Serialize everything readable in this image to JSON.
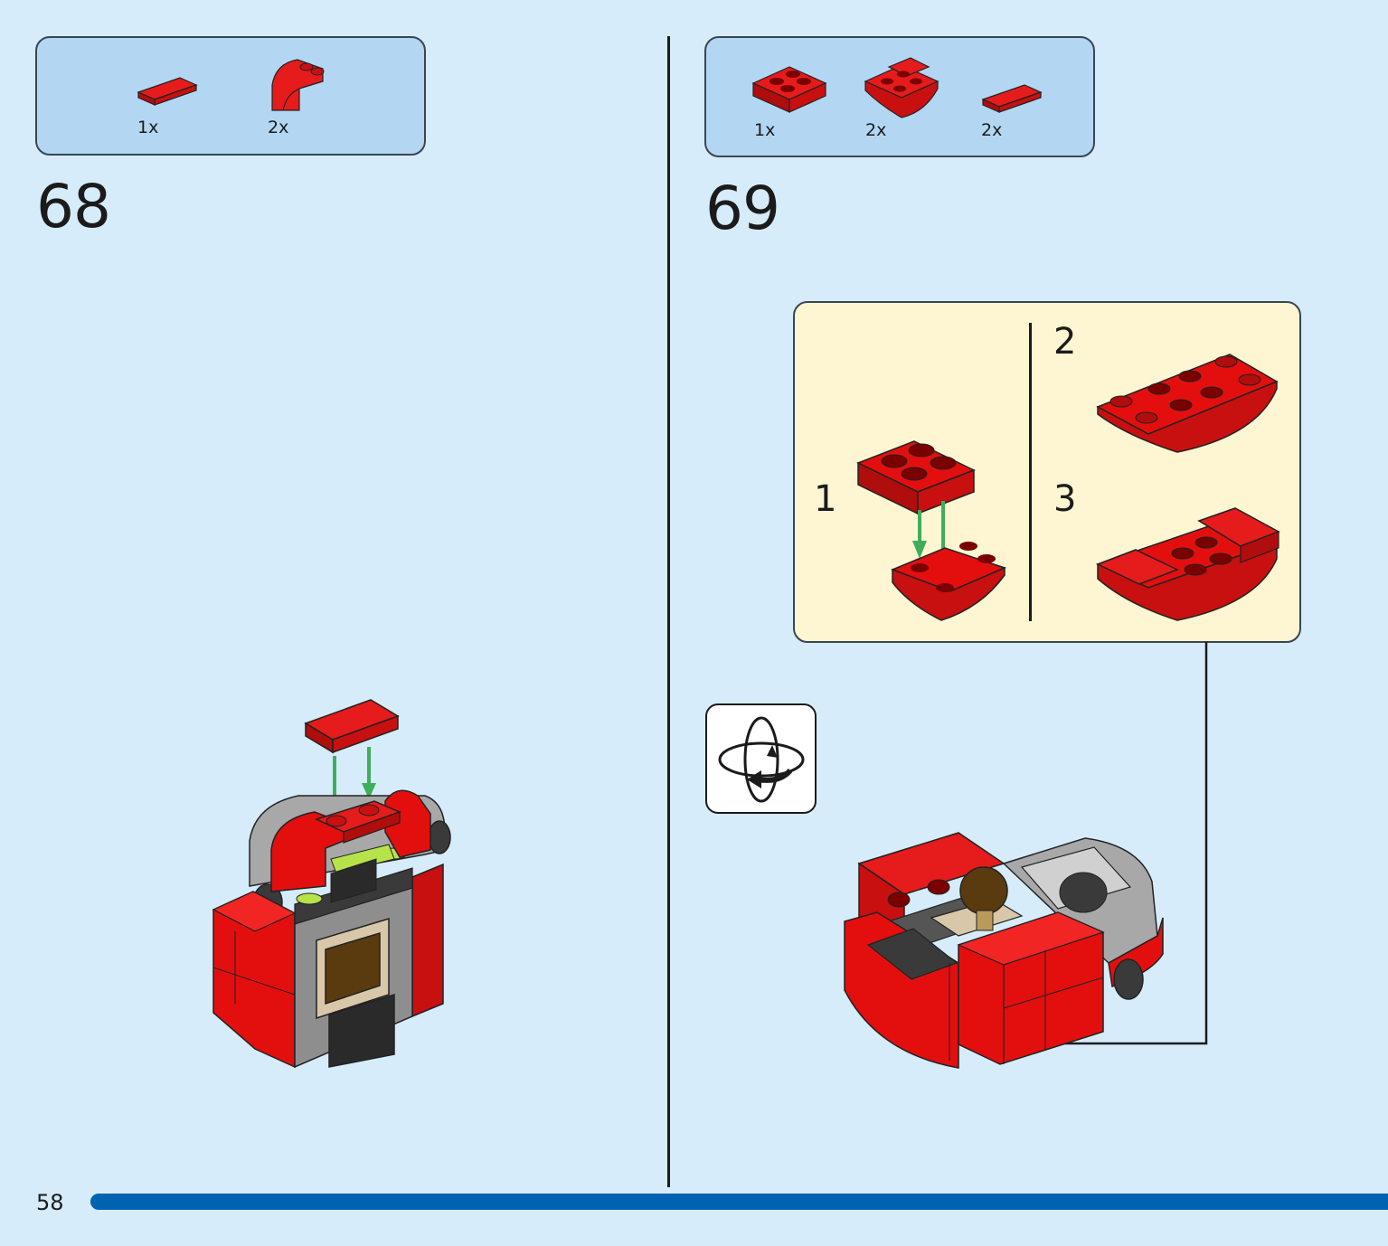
{
  "page": {
    "number": "58"
  },
  "steps": [
    {
      "number": "68",
      "parts": [
        {
          "qty": "1x",
          "icon": "red-tile-1x2-icon"
        },
        {
          "qty": "2x",
          "icon": "red-curved-slope-icon"
        }
      ]
    },
    {
      "number": "69",
      "parts": [
        {
          "qty": "1x",
          "icon": "red-plate-2x2-icon"
        },
        {
          "qty": "2x",
          "icon": "red-inverted-curved-slope-icon"
        },
        {
          "qty": "2x",
          "icon": "red-tile-1x2-icon"
        }
      ],
      "subassembly": {
        "labels": [
          "1",
          "2",
          "3"
        ]
      },
      "rotate_icon": "rotate-model-icon"
    }
  ],
  "colors": {
    "background": "#d6ecfa",
    "parts_box": "#b3d7f3",
    "subassembly_box": "#fef6d2",
    "brick_red": "#e30f0f",
    "arrow_green": "#3fae5c",
    "page_bar": "#0063b2"
  }
}
